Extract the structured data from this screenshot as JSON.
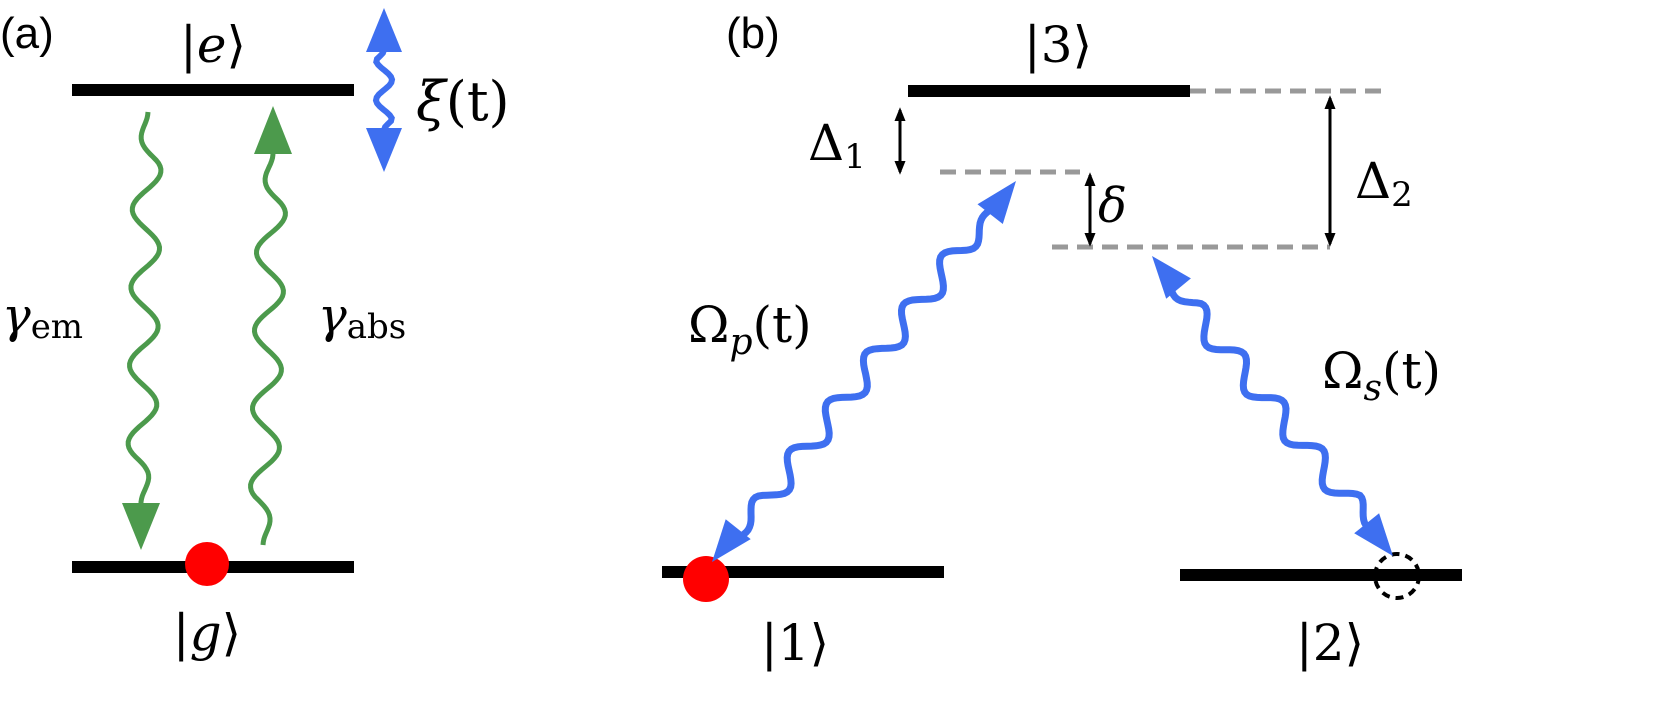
{
  "panel_a": {
    "label": "(a)",
    "excited_state": "e",
    "ground_state": "g",
    "noise_symbol": "ξ",
    "noise_arg": "(t)",
    "emission_symbol": "γ",
    "emission_sub": "em",
    "absorption_symbol": "γ",
    "absorption_sub": "abs"
  },
  "panel_b": {
    "label": "(b)",
    "state_3": "3",
    "state_1": "1",
    "state_2": "2",
    "delta1_symbol": "Δ",
    "delta1_sub": "1",
    "delta2_symbol": "Δ",
    "delta2_sub": "2",
    "two_photon_detuning": "δ",
    "pump_symbol": "Ω",
    "pump_sub": "p",
    "pump_arg": "(t)",
    "stokes_symbol": "Ω",
    "stokes_sub": "s",
    "stokes_arg": "(t)"
  },
  "colors": {
    "level": "#000000",
    "virtual_level": "#999999",
    "decay_arrow": "#4c9a4c",
    "laser_arrow": "#3e6ff0",
    "population": "#ff0000"
  }
}
